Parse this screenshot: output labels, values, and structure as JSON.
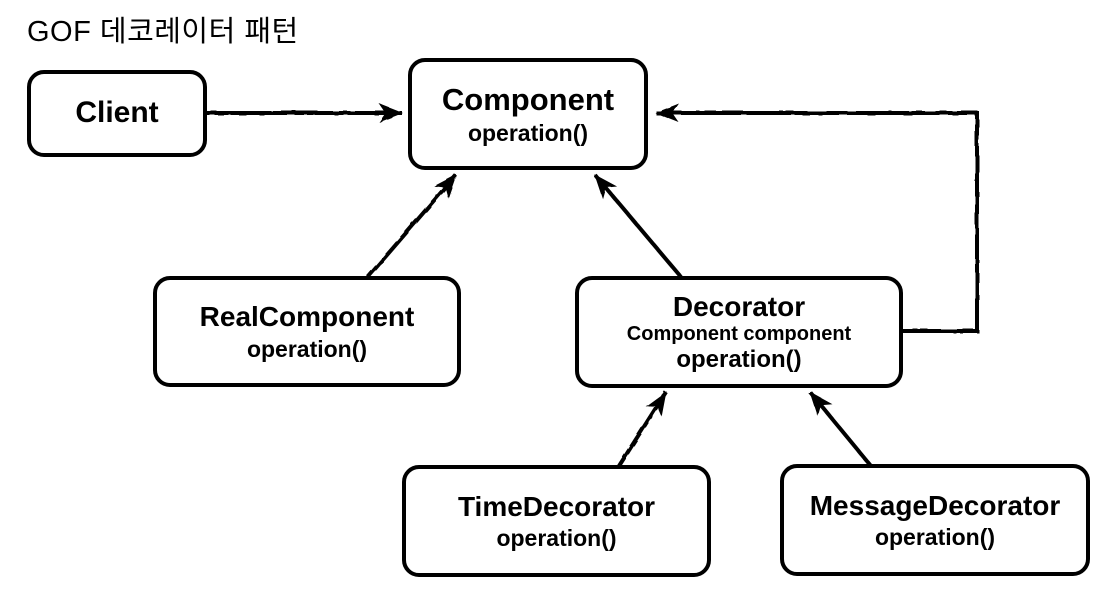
{
  "title": "GOF 데코레이터 패턴",
  "colors": {
    "stroke": "#000000",
    "box_fill": "#ffffff",
    "background": "#ffffff"
  },
  "diagram": {
    "nodes": {
      "client": {
        "title": "Client"
      },
      "component": {
        "title": "Component",
        "operation": "operation()"
      },
      "real_component": {
        "title": "RealComponent",
        "operation": "operation()"
      },
      "decorator": {
        "title": "Decorator",
        "field": "Component component",
        "operation": "operation()"
      },
      "time_decorator": {
        "title": "TimeDecorator",
        "operation": "operation()"
      },
      "message_decorator": {
        "title": "MessageDecorator",
        "operation": "operation()"
      }
    },
    "edges": [
      {
        "from": "Client",
        "to": "Component"
      },
      {
        "from": "RealComponent",
        "to": "Component"
      },
      {
        "from": "Decorator",
        "to": "Component"
      },
      {
        "from": "Decorator",
        "to": "Component",
        "via": "right-side-loop"
      },
      {
        "from": "TimeDecorator",
        "to": "Decorator"
      },
      {
        "from": "MessageDecorator",
        "to": "Decorator"
      }
    ]
  }
}
